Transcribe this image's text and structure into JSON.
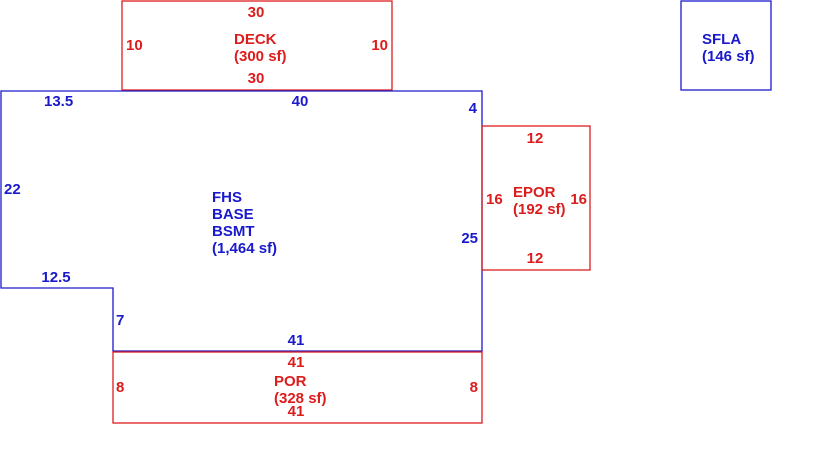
{
  "colors": {
    "base": "#1a1acc",
    "addition": "#dd1c1c",
    "background": "#ffffff"
  },
  "deck": {
    "name": "DECK",
    "area": "(300 sf)",
    "top": "30",
    "bottom": "30",
    "left": "10",
    "right": "10"
  },
  "sfla": {
    "name": "SFLA",
    "area": "(146 sf)"
  },
  "main": {
    "line1": "FHS",
    "line2": "BASE",
    "line3": "BSMT",
    "area": "(1,464 sf)",
    "top_left": "13.5",
    "top": "40",
    "right_step": "4",
    "left": "22",
    "right": "25",
    "bottom_left": "12.5",
    "step": "7",
    "bottom": "41"
  },
  "epor": {
    "name": "EPOR",
    "area": "(192 sf)",
    "top": "12",
    "bottom": "12",
    "left": "16",
    "right": "16"
  },
  "por": {
    "name": "POR",
    "area": "(328 sf)",
    "top": "41",
    "bottom": "41",
    "left": "8",
    "right": "8"
  }
}
